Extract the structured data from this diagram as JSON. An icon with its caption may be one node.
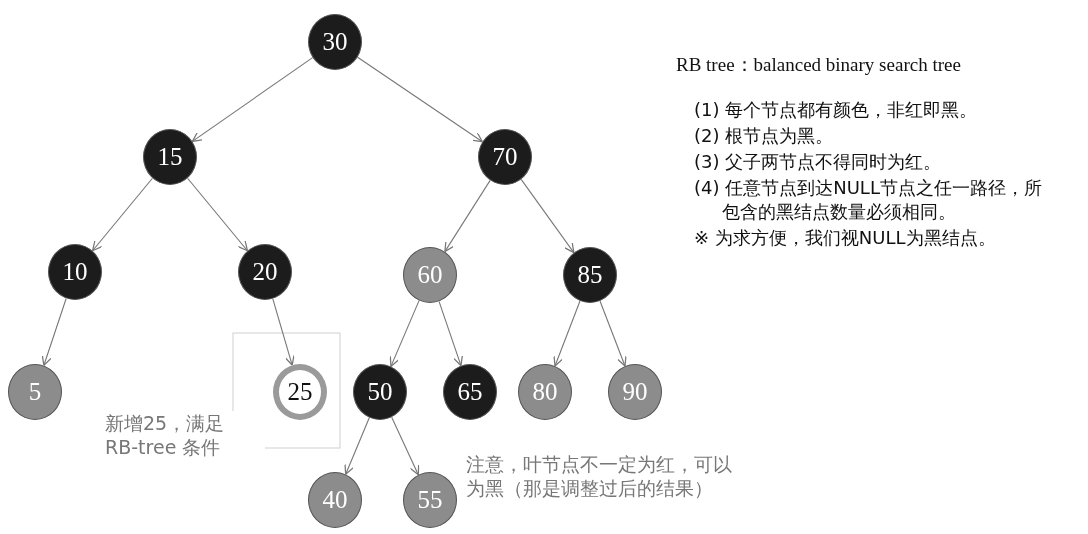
{
  "diagram": {
    "title": "RB tree：balanced binary search tree",
    "nodes": [
      {
        "text": [
          "30"
        ]
      },
      {
        "text": [
          "15"
        ]
      },
      {
        "text": [
          "70"
        ]
      },
      {
        "text": [
          "10"
        ]
      },
      {
        "text": [
          "20"
        ]
      },
      {
        "text": [
          "60"
        ]
      },
      {
        "text": [
          "85"
        ]
      },
      {
        "text": [
          "5"
        ]
      },
      {
        "text": [
          "25"
        ]
      },
      {
        "text": [
          "50"
        ]
      },
      {
        "text": [
          "65"
        ]
      },
      {
        "text": [
          "80"
        ]
      },
      {
        "text": [
          "90"
        ]
      },
      {
        "text": [
          "40"
        ]
      },
      {
        "text": [
          "55"
        ]
      }
    ],
    "edges": [
      {
        "from": 0,
        "to": 1,
        "arrow": "to"
      },
      {
        "from": 0,
        "to": 2,
        "arrow": "to"
      },
      {
        "from": 1,
        "to": 3,
        "arrow": "to"
      },
      {
        "from": 1,
        "to": 4,
        "arrow": "to"
      },
      {
        "from": 2,
        "to": 5,
        "arrow": "to"
      },
      {
        "from": 2,
        "to": 6,
        "arrow": "to"
      },
      {
        "from": 3,
        "to": 7,
        "arrow": "to"
      },
      {
        "from": 4,
        "to": 8,
        "arrow": "to"
      },
      {
        "from": 5,
        "to": 9,
        "arrow": "to"
      },
      {
        "from": 5,
        "to": 10,
        "arrow": "to"
      },
      {
        "from": 6,
        "to": 11,
        "arrow": "to"
      },
      {
        "from": 6,
        "to": 12,
        "arrow": "to"
      },
      {
        "from": 9,
        "to": 13,
        "arrow": "to"
      },
      {
        "from": 9,
        "to": 14,
        "arrow": "to"
      }
    ],
    "labels": [
      "(1) 每个节点都有颜色，非红即黑。",
      "(2) 根节点为黑。",
      "(3) 父子两节点不得同时为红。",
      "(4) 任意节点到达NULL节点之任一路径，所包含的黑结点数量必须相同。",
      "※ 为求方便，我们视NULL为黑结点。",
      "新增25，满足 RB-tree 条件",
      "注意，叶节点不一定为红，可以为黑（那是调整过后的结果）"
    ]
  }
}
